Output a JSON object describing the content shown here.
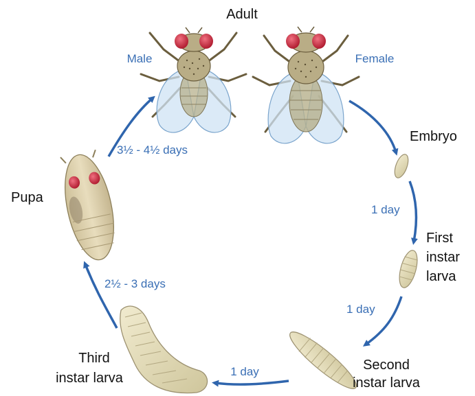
{
  "title": "Adult",
  "sexes": {
    "male": "Male",
    "female": "Female"
  },
  "stages": {
    "embryo": "Embryo",
    "first_instar": [
      "First",
      "instar",
      "larva"
    ],
    "second_instar": [
      "Second",
      "instar larva"
    ],
    "third_instar": [
      "Third",
      "instar larva"
    ],
    "pupa": "Pupa"
  },
  "durations": {
    "adult_to_pupa": "3½ - 4½ days",
    "embryo_to_first": "1 day",
    "first_to_second": "1 day",
    "second_to_third": "1 day",
    "third_to_pupa": "2½ - 3 days"
  },
  "colors": {
    "arrow": "#2f65ad",
    "text_blue": "#3a6fb5",
    "eye_red": "#c8243a",
    "body_tan": "#b9ad86",
    "wing_blue": "#cfe3f4",
    "larva": "#e4dcb8"
  }
}
